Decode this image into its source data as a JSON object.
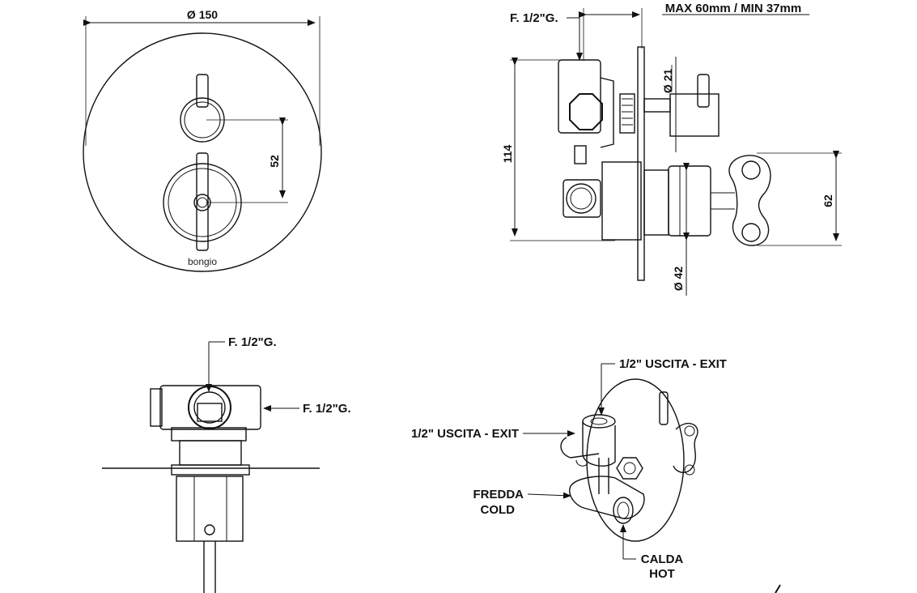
{
  "front_view": {
    "diameter_label": "Ø 150",
    "spacing_label": "52",
    "brand": "bongio"
  },
  "side_view": {
    "inlet_label": "F. 1/2\"G.",
    "wall_depth_label": "MAX 60mm / MIN 37mm",
    "height_label": "114",
    "handle_diameter_label": "Ø 21",
    "knob_diameter_label": "Ø 42",
    "key_spacing_label": "62"
  },
  "top_view": {
    "inlet_top_label": "F. 1/2\"G.",
    "inlet_side_label": "F. 1/2\"G."
  },
  "iso_view": {
    "exit_top_label": "1/2\" USCITA - EXIT",
    "exit_left_label": "1/2\" USCITA - EXIT",
    "cold_it_label": "FREDDA",
    "cold_en_label": "COLD",
    "hot_it_label": "CALDA",
    "hot_en_label": "HOT"
  }
}
